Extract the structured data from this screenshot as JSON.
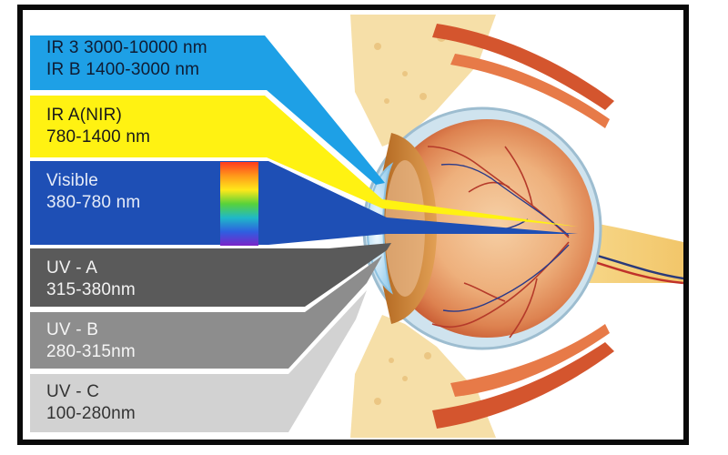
{
  "bands": [
    {
      "id": "ir3-irb",
      "lines": [
        "IR 3 3000-10000 nm",
        "IR B 1400-3000 nm"
      ],
      "color": "#1ea0e6",
      "text_color": "#0f1c33"
    },
    {
      "id": "ir-a",
      "lines": [
        "IR A(NIR)",
        "780-1400 nm"
      ],
      "color": "#fff212",
      "text_color": "#1a1a1a"
    },
    {
      "id": "visible",
      "lines": [
        "Visible",
        "380-780 nm"
      ],
      "color": "#1e4fb5",
      "text_color": "#e6ecf8"
    },
    {
      "id": "uv-a",
      "lines": [
        "UV - A",
        "315-380nm"
      ],
      "color": "#5a5a5a",
      "text_color": "#f2f2f2"
    },
    {
      "id": "uv-b",
      "lines": [
        "UV - B",
        "280-315nm"
      ],
      "color": "#8d8d8d",
      "text_color": "#f5f5f5"
    },
    {
      "id": "uv-c",
      "lines": [
        "UV - C",
        "100-280nm"
      ],
      "color": "#d2d2d2",
      "text_color": "#333333"
    }
  ],
  "spectrum_colors": [
    "#ff3b1f",
    "#ff9a1a",
    "#ffe81a",
    "#58d23a",
    "#1fb8c8",
    "#2e5fe0",
    "#7a24c8"
  ]
}
